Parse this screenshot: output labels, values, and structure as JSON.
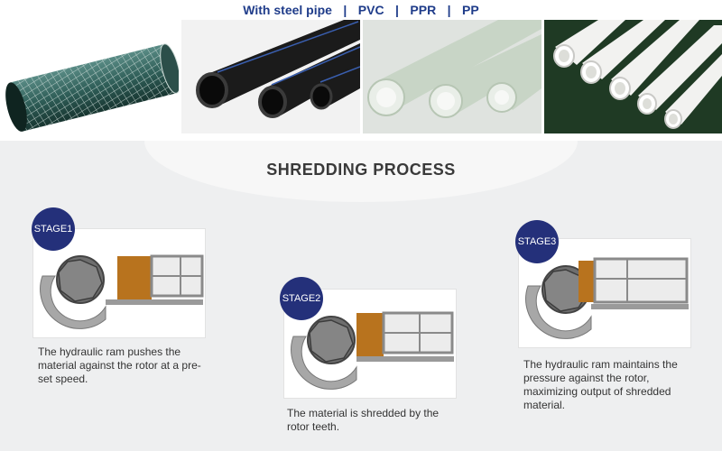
{
  "header": {
    "items": [
      "With steel pipe",
      "PVC",
      "PPR",
      "PP"
    ],
    "separator": "|"
  },
  "title": "SHREDDING PROCESS",
  "stages": [
    {
      "label": "STAGE1",
      "description": "The hydraulic ram pushes the material against the rotor at a pre-set speed."
    },
    {
      "label": "STAGE2",
      "description": "The material is shredded by the rotor teeth."
    },
    {
      "label": "STAGE3",
      "description": "The hydraulic ram maintains the pressure against the rotor, maximizing output of shredded material."
    }
  ],
  "colors": {
    "badge": "#24307a",
    "header_text": "#1f3c8a",
    "material": "#b8731e",
    "machine": "#8a8a8a"
  }
}
